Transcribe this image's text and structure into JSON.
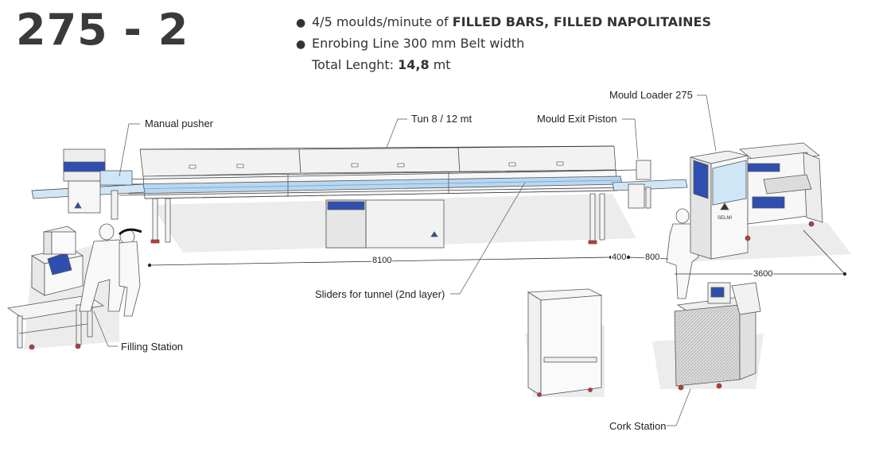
{
  "header": {
    "model": "275 - 2",
    "specs": {
      "line1": {
        "pre": "4/5 moulds/minute of ",
        "bold": "FILLED BARS, FILLED NAPOLITAINES",
        "post": ""
      },
      "line2": {
        "pre": "Enrobing Line 300 mm Belt width",
        "bold": "",
        "post": ""
      },
      "line3": {
        "pre": "Total Lenght: ",
        "bold": "14,8",
        "post": " mt"
      }
    }
  },
  "labels": {
    "manual_pusher": "Manual pusher",
    "tunnel": "Tun 8 / 12 mt",
    "mould_exit_piston": "Mould Exit Piston",
    "mould_loader": "Mould Loader 275",
    "sliders": "Sliders for tunnel (2nd layer)",
    "filling_station": "Filling Station",
    "cork_station": "Cork Station"
  },
  "dimensions": {
    "tunnel_length": "8100",
    "gap_400": "400",
    "gap_800": "800",
    "loader_depth": "3600"
  },
  "machine_logo": "SELMI",
  "colors": {
    "accent_blue": "#2f4fb0",
    "belt_blue": "#b9d7ef",
    "glass": "#cfe6f6",
    "body_gray": "#eeeeee",
    "line": "#555555",
    "red_wheel": "#cc2222"
  }
}
